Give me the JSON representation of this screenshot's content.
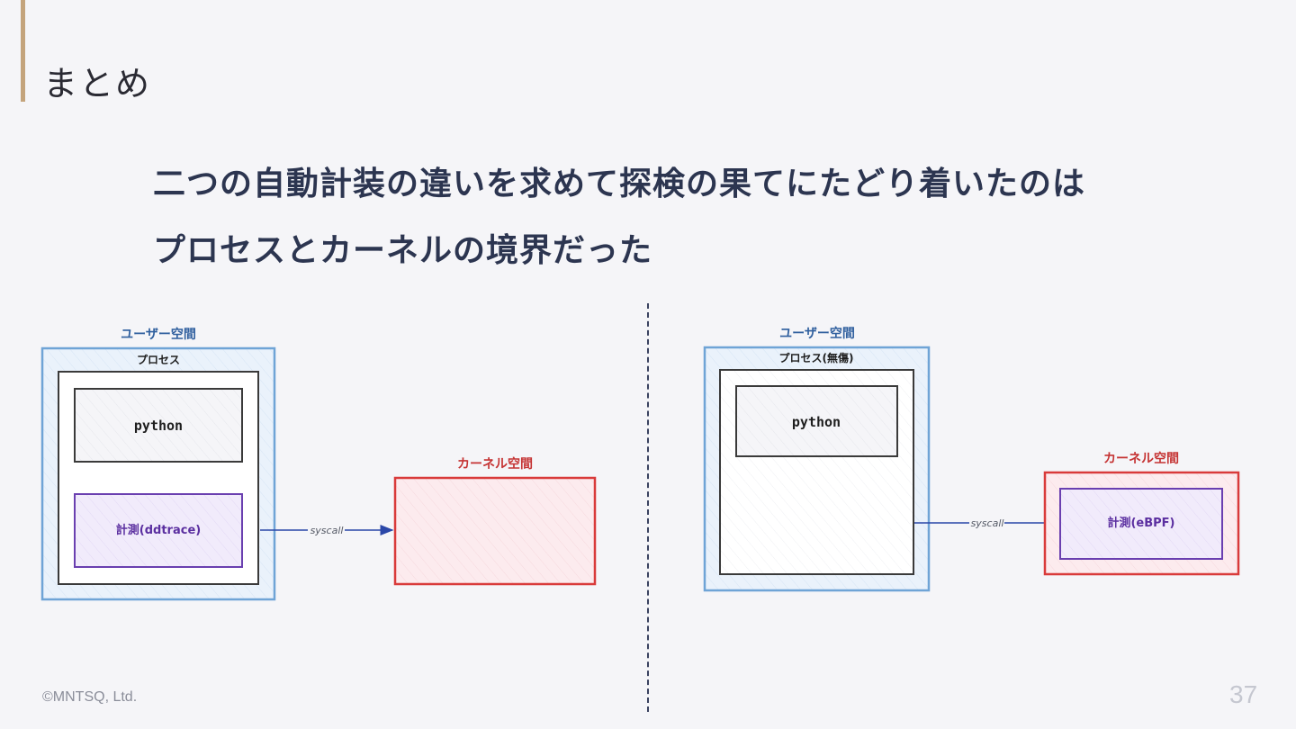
{
  "slide": {
    "title": "まとめ",
    "headline_line1": "二つの自動計装の違いを求めて探検の果てにたどり着いたのは",
    "headline_line2": "プロセスとカーネルの境界だった",
    "copyright": "©MNTSQ, Ltd.",
    "page_number": "37"
  },
  "left_diagram": {
    "user_space_label": "ユーザー空間",
    "process_label": "プロセス",
    "python_label": "python",
    "instrument_label": "計測(ddtrace)",
    "syscall_label": "syscall",
    "kernel_space_label": "カーネル空間"
  },
  "right_diagram": {
    "user_space_label": "ユーザー空間",
    "process_label": "プロセス(無傷)",
    "python_label": "python",
    "syscall_label": "syscall",
    "kernel_space_label": "カーネル空間",
    "instrument_label": "計測(eBPF)"
  },
  "colors": {
    "user_space_border": "#6fa4d6",
    "user_space_fill": "#eaf2fb",
    "kernel_border": "#d93a3a",
    "kernel_fill": "#fcebee",
    "instrument_border": "#6a3fb0",
    "instrument_fill": "#f1ebfb",
    "arrow": "#2a47a8"
  },
  "icons": [
    "arrow-right-icon"
  ]
}
